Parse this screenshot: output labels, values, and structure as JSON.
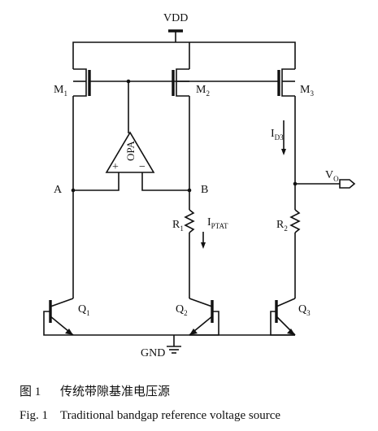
{
  "circuit": {
    "supply_label": "VDD",
    "ground_label": "GND",
    "opamp_label": "OPA",
    "opamp_plus": "+",
    "opamp_minus": "−",
    "node_a": "A",
    "node_b": "B",
    "output_label": {
      "main": "V",
      "sub": "O"
    },
    "transistors": [
      {
        "main": "M",
        "sub": "1"
      },
      {
        "main": "M",
        "sub": "2"
      },
      {
        "main": "M",
        "sub": "3"
      },
      {
        "main": "Q",
        "sub": "1"
      },
      {
        "main": "Q",
        "sub": "2"
      },
      {
        "main": "Q",
        "sub": "3"
      }
    ],
    "resistors": [
      {
        "main": "R",
        "sub": "1"
      },
      {
        "main": "R",
        "sub": "2"
      }
    ],
    "currents": [
      {
        "main": "I",
        "sub": "D3"
      },
      {
        "main": "I",
        "sub": "PTAT"
      }
    ]
  },
  "caption": {
    "cn_number": "图 1",
    "cn_text": "传统带隙基准电压源",
    "en_number": "Fig. 1",
    "en_text": "Traditional bandgap reference voltage source"
  }
}
